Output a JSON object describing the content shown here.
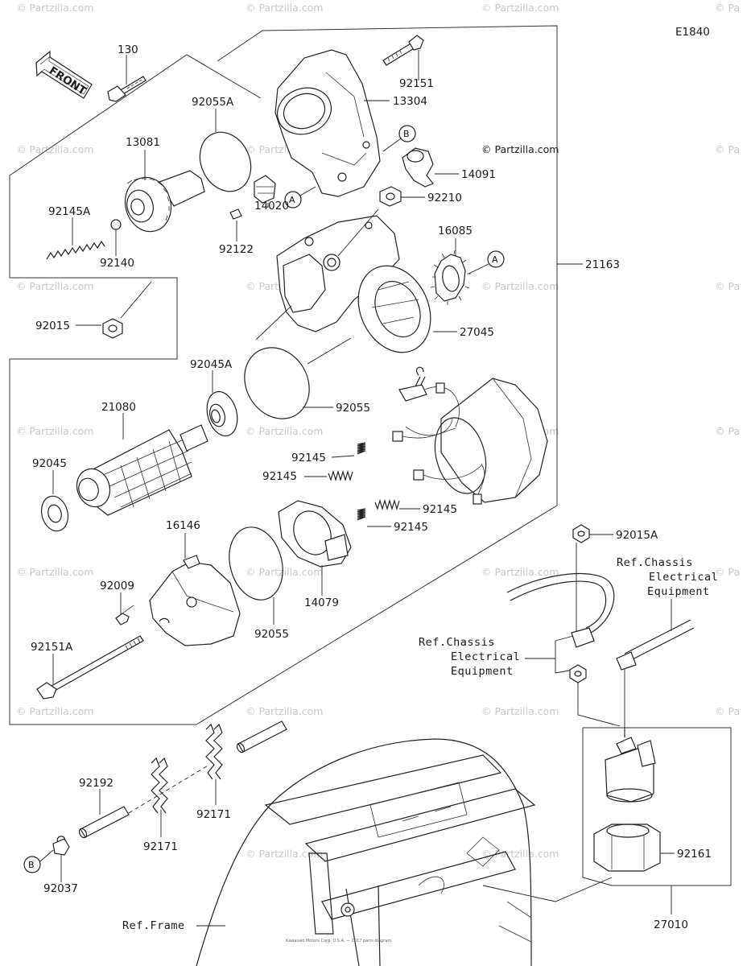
{
  "diagram_id": "E1840",
  "front_label": "FRONT",
  "watermark": "© Partzilla.com",
  "watermark_short": "© Pa",
  "footer_text": "Kawasaki Motors Corp. U.S.A. — 2017 parts diagram",
  "circle_markers": {
    "a": "A",
    "b": "B"
  },
  "parts": {
    "p130": "130",
    "p92151": "92151",
    "p13304": "13304",
    "p92055A": "92055A",
    "p13081": "13081",
    "p14091": "14091",
    "p92210": "92210",
    "p92145A": "92145A",
    "p14020": "14020",
    "p92140": "92140",
    "p92122": "92122",
    "p16085": "16085",
    "p21163": "21163",
    "p92015": "92015",
    "p27045": "27045",
    "p92045A": "92045A",
    "p21080": "21080",
    "p92055a": "92055",
    "p92045": "92045",
    "p92145_1": "92145",
    "p92145_2": "92145",
    "p92145_3": "92145",
    "p92145_4": "92145",
    "p16146": "16146",
    "p92015A": "92015A",
    "p92009": "92009",
    "p14079": "14079",
    "p92055b": "92055",
    "p92151A": "92151A",
    "p92192": "92192",
    "p92171a": "92171",
    "p92171b": "92171",
    "p92037": "92037",
    "p92161": "92161",
    "p27010": "27010"
  },
  "refs": {
    "chassis1_l1": "Ref.Chassis",
    "chassis1_l2": "Electrical",
    "chassis1_l3": "Equipment",
    "chassis2_l1": "Ref.Chassis",
    "chassis2_l2": "Electrical",
    "chassis2_l3": "Equipment",
    "frame": "Ref.Frame"
  }
}
